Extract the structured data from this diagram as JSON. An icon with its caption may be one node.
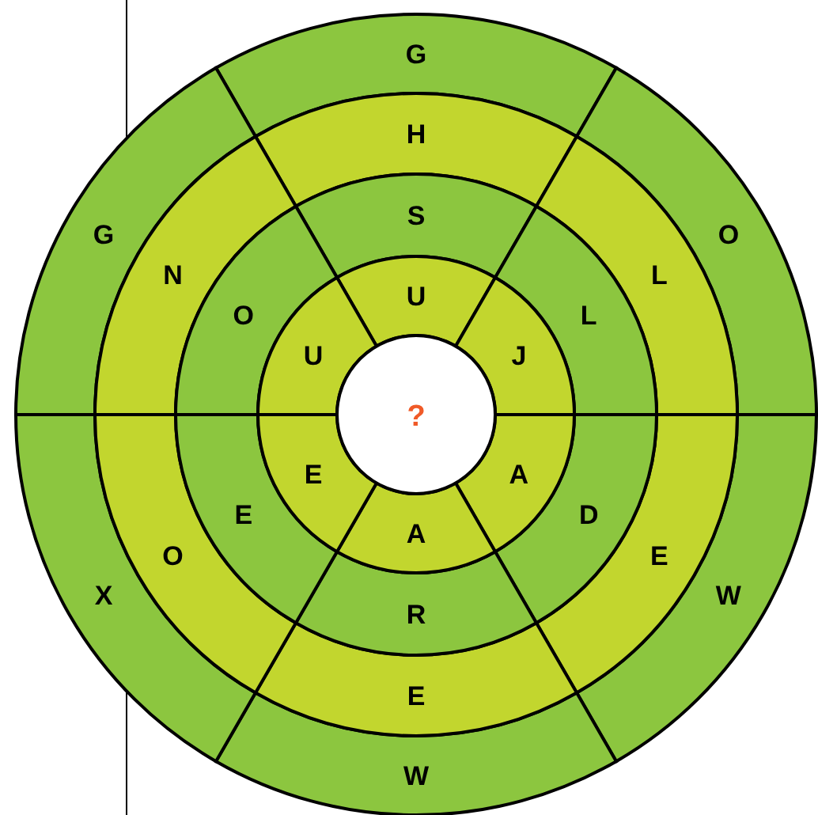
{
  "diagram": {
    "nodes": [
      {
        "text": [
          "G"
        ]
      },
      {
        "text": [
          "H"
        ]
      },
      {
        "text": [
          "S"
        ]
      },
      {
        "text": [
          "U"
        ]
      },
      {
        "text": [
          "O"
        ]
      },
      {
        "text": [
          "L"
        ]
      },
      {
        "text": [
          "L"
        ]
      },
      {
        "text": [
          "J"
        ]
      },
      {
        "text": [
          "W"
        ]
      },
      {
        "text": [
          "E"
        ]
      },
      {
        "text": [
          "D"
        ]
      },
      {
        "text": [
          "A"
        ]
      },
      {
        "text": [
          "W"
        ]
      },
      {
        "text": [
          "E"
        ]
      },
      {
        "text": [
          "R"
        ]
      },
      {
        "text": [
          "A"
        ]
      },
      {
        "text": [
          "X"
        ]
      },
      {
        "text": [
          "O"
        ]
      },
      {
        "text": [
          "E"
        ]
      },
      {
        "text": [
          "E"
        ]
      },
      {
        "text": [
          "G"
        ]
      },
      {
        "text": [
          "N"
        ]
      },
      {
        "text": [
          "O"
        ]
      },
      {
        "text": [
          "U"
        ]
      },
      {
        "text": [
          "?"
        ]
      }
    ]
  }
}
